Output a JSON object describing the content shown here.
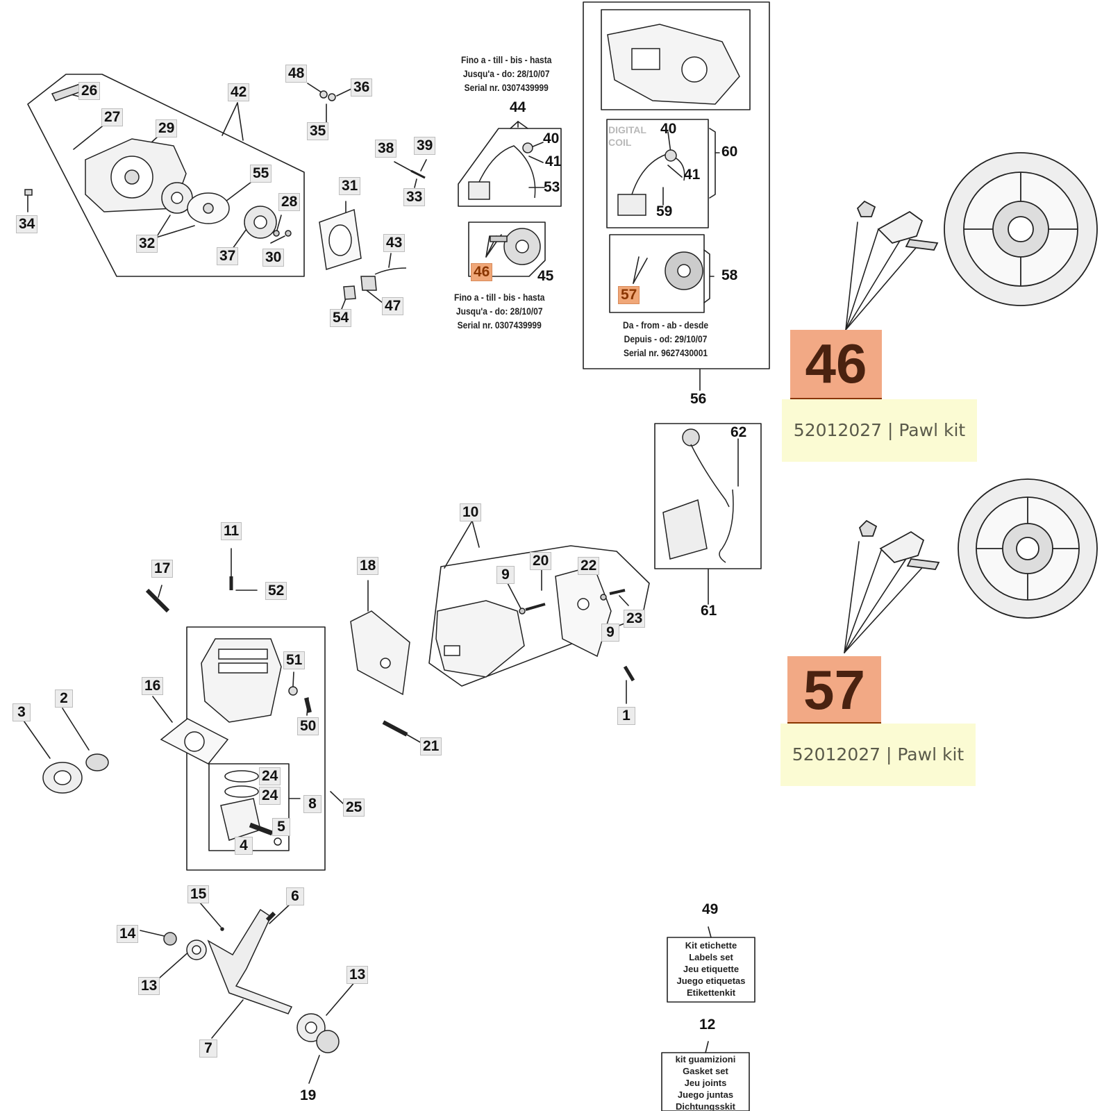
{
  "callout_labels": {
    "n26": "26",
    "n27": "27",
    "n29": "29",
    "n42": "42",
    "n48": "48",
    "n36": "36",
    "n35": "35",
    "n55": "55",
    "n28": "28",
    "n30": "30",
    "n37": "37",
    "n32": "32",
    "n34": "34",
    "n31": "31",
    "n38": "38",
    "n39": "39",
    "n33": "33",
    "n43": "43",
    "n47": "47",
    "n54": "54",
    "n44": "44",
    "n40a": "40",
    "n41a": "41",
    "n53": "53",
    "n46": "46",
    "n45": "45",
    "n40b": "40",
    "n41b": "41",
    "n60": "60",
    "n59": "59",
    "n57": "57",
    "n58": "58",
    "n56": "56",
    "n62": "62",
    "n61": "61",
    "n10": "10",
    "n20": "20",
    "n22": "22",
    "n9a": "9",
    "n9b": "9",
    "n23": "23",
    "n1": "1",
    "n18": "18",
    "n21": "21",
    "n11": "11",
    "n52": "52",
    "n17": "17",
    "n51": "51",
    "n50": "50",
    "n16": "16",
    "n3": "3",
    "n2": "2",
    "n24a": "24",
    "n24b": "24",
    "n8": "8",
    "n25": "25",
    "n5": "5",
    "n4": "4",
    "n15": "15",
    "n6": "6",
    "n14": "14",
    "n13a": "13",
    "n13b": "13",
    "n7": "7",
    "n19": "19",
    "n49": "49",
    "n12": "12"
  },
  "notes": {
    "till_box44": [
      "Fino a - till - bis - hasta",
      "Jusqu'a - do: 28/10/07",
      "Serial nr. 0307439999"
    ],
    "till_box45": [
      "Fino a - till - bis - hasta",
      "Jusqu'a - do: 28/10/07",
      "Serial nr. 0307439999"
    ],
    "from_box56": [
      "Da - from - ab - desde",
      "Depuis - od: 29/10/07",
      "Serial nr. 9627430001"
    ],
    "digital_coil": [
      "DIGITAL",
      "COIL"
    ],
    "labels_kit": [
      "Kit etichette",
      "Labels set",
      "Jeu etiquette",
      "Juego etiquetas",
      "Etikettenkit"
    ],
    "gasket_kit": [
      "kit guamizioni",
      "Gasket set",
      "Jeu  joints",
      "Juego juntas",
      "Dichtungsskit"
    ]
  },
  "highlights": [
    {
      "number": "46",
      "part_number": "52012027",
      "name": "Pawl kit",
      "info": "52012027 | Pawl kit"
    },
    {
      "number": "57",
      "part_number": "52012027",
      "name": "Pawl kit",
      "info": "52012027 | Pawl kit"
    }
  ],
  "colors": {
    "highlight_fill": "#f2a985",
    "highlight_text": "#4a2210",
    "info_fill": "#fbfbd3",
    "small_highlight_fill": "#f0a778",
    "line": "#222222"
  }
}
